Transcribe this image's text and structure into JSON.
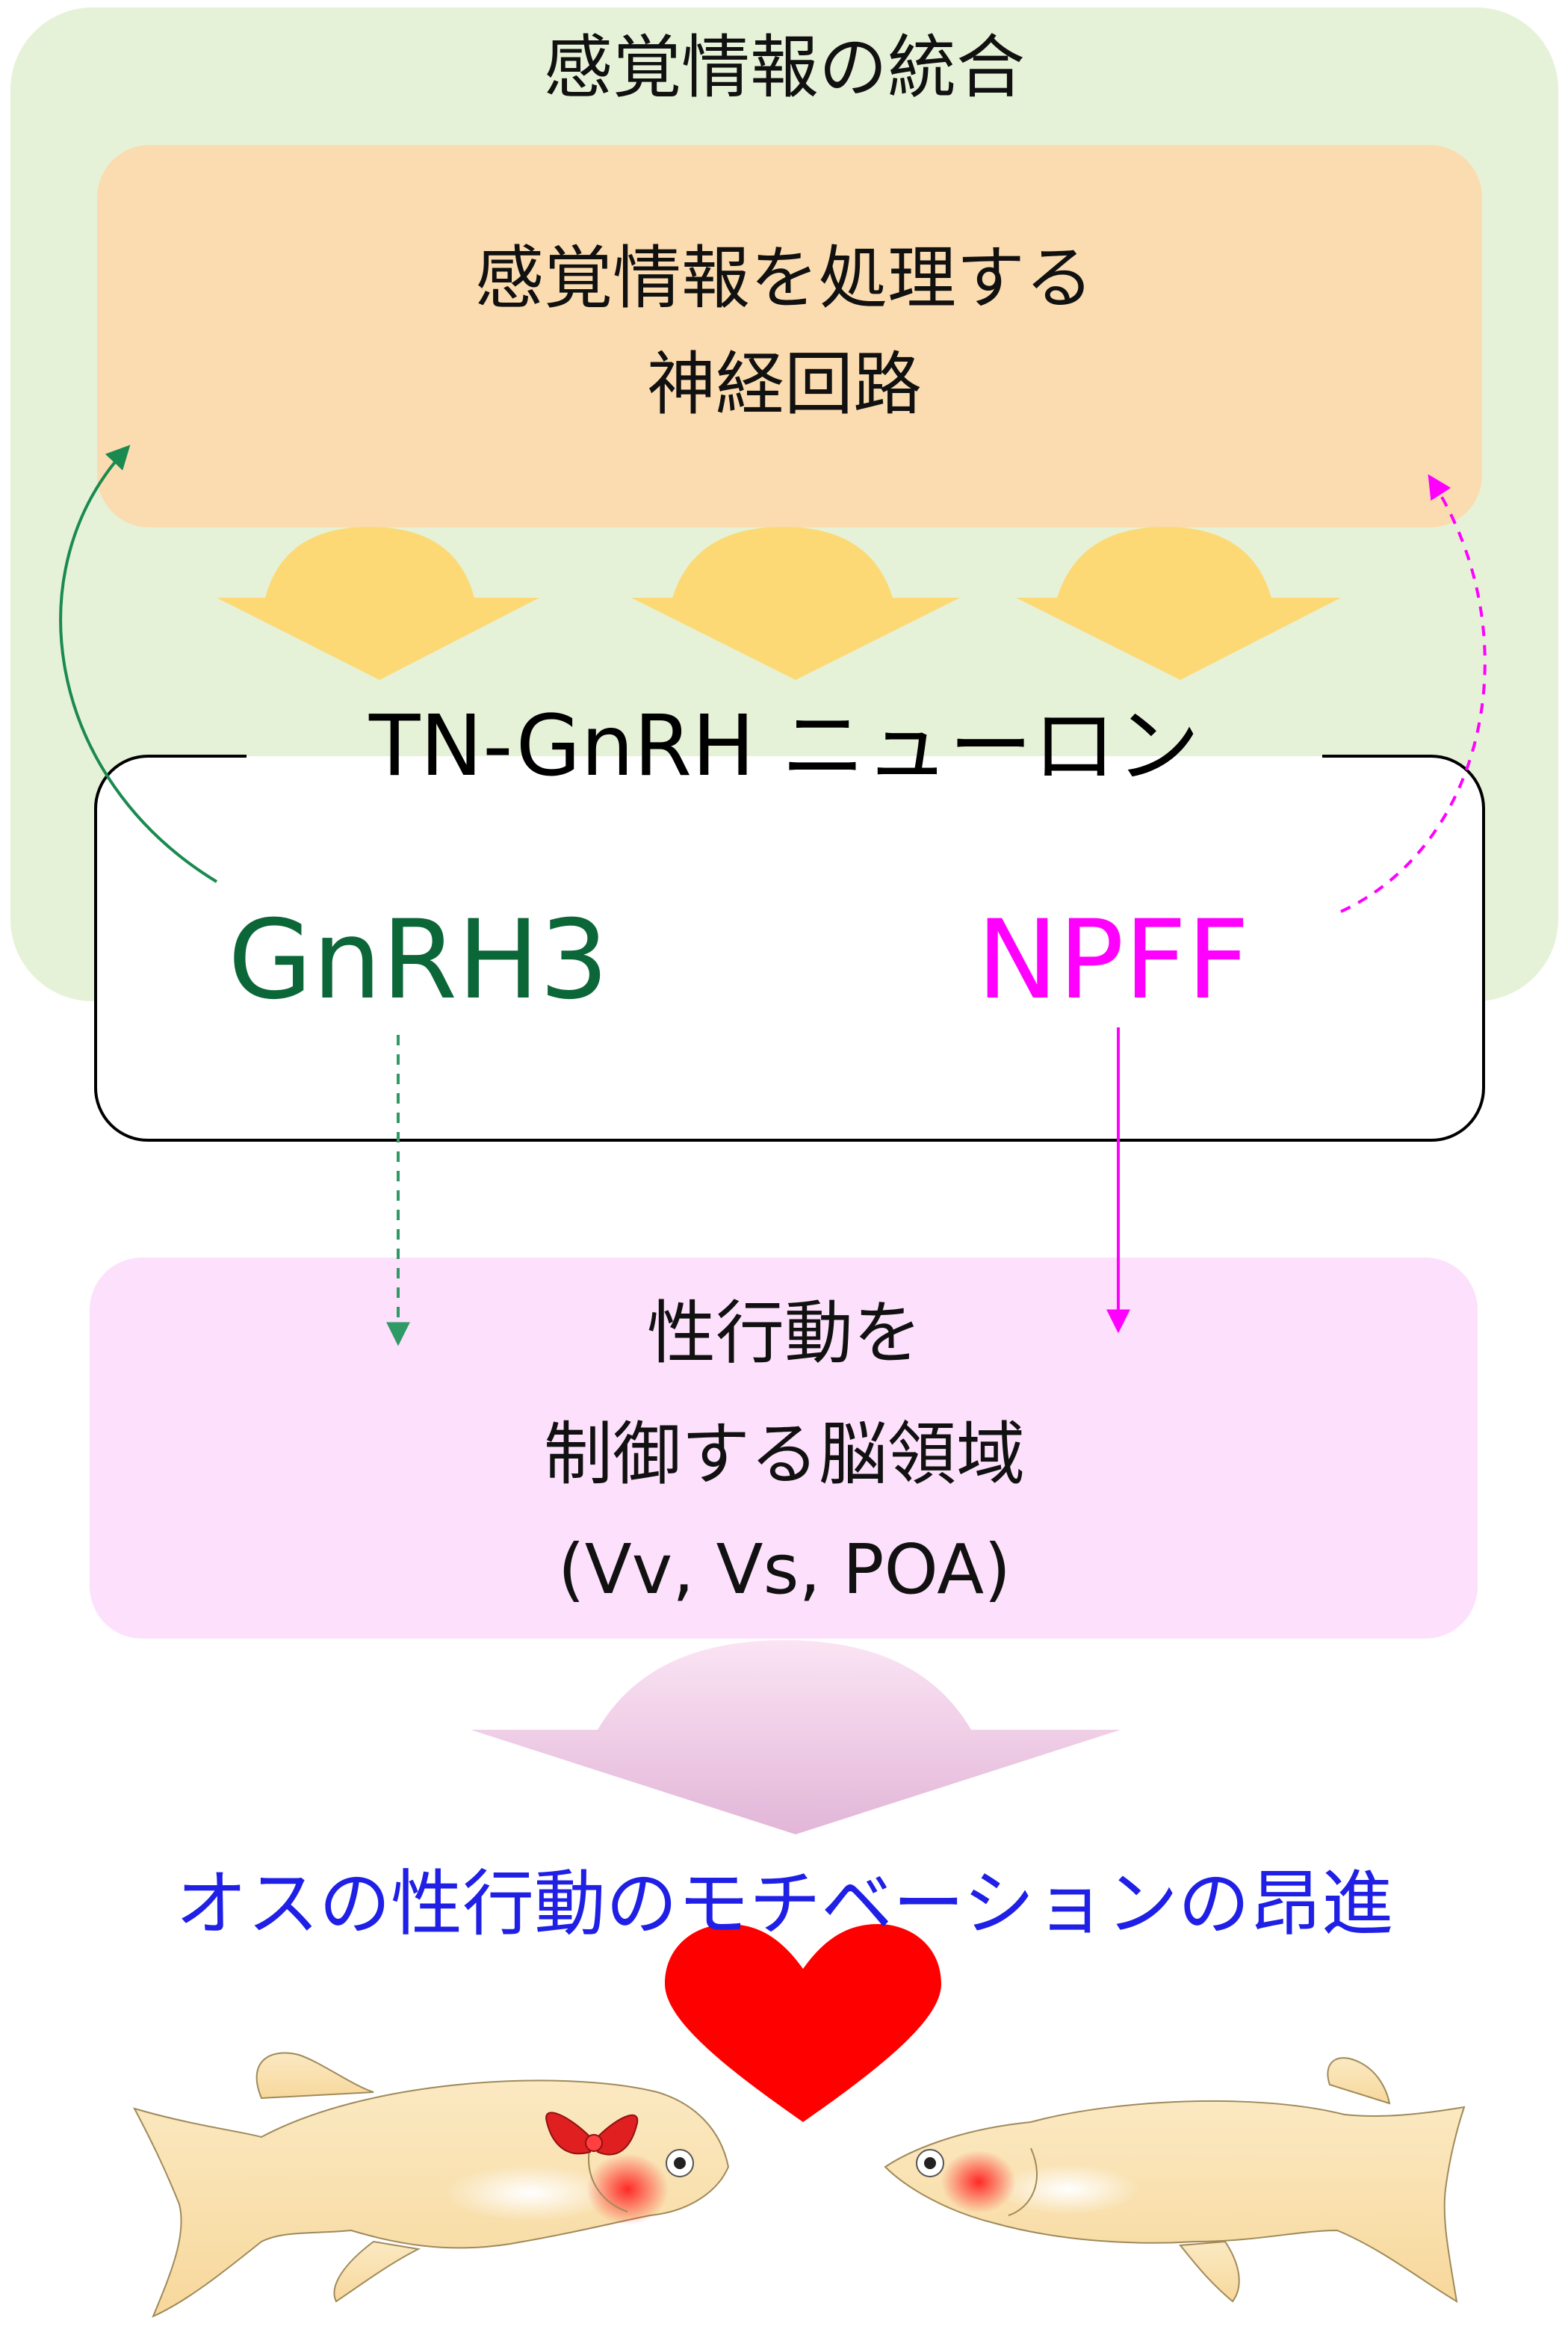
{
  "integration": {
    "title": "感覚情報の統合"
  },
  "circuit": {
    "line1": "感覚情報を処理する",
    "line2": "神経回路"
  },
  "neuron": {
    "title": "TN-GnRH ニューロン",
    "gnrh3": "GnRH3",
    "npff": "NPFF"
  },
  "brain_region": {
    "line1": "性行動を",
    "line2": "制御する脳領域",
    "line3": "(Vv, Vs, POA)"
  },
  "outcome": {
    "text": "オスの性行動のモチベーションの昂進"
  },
  "colors": {
    "integration_bg": "#e6f2d8",
    "circuit_bg": "#fbdcb0",
    "down_arrow": "#fcd975",
    "brain_bg": "#fde0fb",
    "gnrh3": "#0b6638",
    "npff": "#ff00ff",
    "outcome_text": "#1f1fe6",
    "heart": "#ff0000",
    "fish_body": "#fbe7b8"
  },
  "icons": [
    "heart-icon",
    "male-fish-icon",
    "female-fish-icon",
    "ribbon-icon"
  ]
}
